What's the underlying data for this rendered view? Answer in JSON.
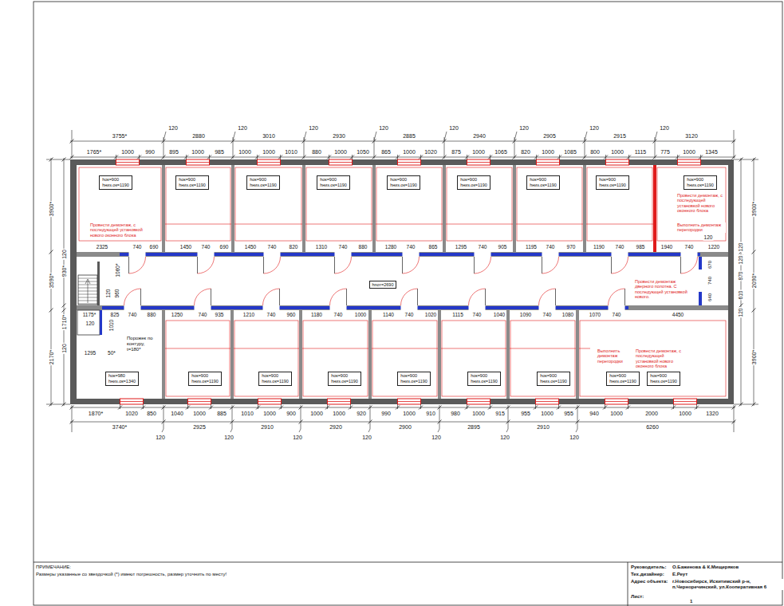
{
  "diagram": {
    "nodes": [
      {
        "text": [
          "hок=900",
          "hниз.ок=1190"
        ]
      },
      {
        "text": [
          "hок=900",
          "hниз.ок=1190"
        ]
      },
      {
        "text": [
          "hок=900",
          "hниз.ок=1190"
        ]
      },
      {
        "text": [
          "hок=900",
          "hниз.ок=1190"
        ]
      },
      {
        "text": [
          "hок=900",
          "hниз.ок=1190"
        ]
      },
      {
        "text": [
          "hок=900",
          "hниз.ок=1190"
        ]
      },
      {
        "text": [
          "hок=900",
          "hниз.ок=1190"
        ]
      },
      {
        "text": [
          "hок=900",
          "hниз.ок=1190"
        ]
      },
      {
        "text": [
          "hок=900",
          "hниз.ок=1190"
        ]
      },
      {
        "text": [
          "hпот=2690"
        ]
      },
      {
        "text": [
          "hок=980",
          "hниз.ок=1340"
        ]
      },
      {
        "text": [
          "hок=900",
          "hниз.ок=1190"
        ]
      },
      {
        "text": [
          "hок=900",
          "hниз.ок=1190"
        ]
      },
      {
        "text": [
          "hок=900",
          "hниз.ок=1190"
        ]
      },
      {
        "text": [
          "hок=900",
          "hниз.ок=1190"
        ]
      },
      {
        "text": [
          "hок=900",
          "hниз.ок=1190"
        ]
      },
      {
        "text": [
          "hок=900",
          "hниз.ок=1190"
        ]
      },
      {
        "text": [
          "hок=900",
          "hниз.ок=1190"
        ]
      },
      {
        "text": [
          "hок=900",
          "hниз.ок=1190"
        ]
      }
    ],
    "labels": [
      "3755*",
      "120",
      "2880",
      "120",
      "3010",
      "120",
      "2930",
      "120",
      "2885",
      "120",
      "2940",
      "120",
      "2905",
      "120",
      "2915",
      "120",
      "3120",
      "1765*",
      "1000",
      "990",
      "895",
      "1000",
      "985",
      "1000",
      "1000",
      "1010",
      "880",
      "1000",
      "1050",
      "865",
      "1000",
      "1020",
      "875",
      "1000",
      "1065",
      "820",
      "1000",
      "1085",
      "800",
      "1000",
      "1115",
      "775",
      "1000",
      "1345",
      "3900*",
      "120",
      "930*",
      "3590*",
      "1710*",
      "120",
      "2170*",
      "1060*",
      "120",
      "960",
      "3900*",
      "120",
      "120",
      "870",
      "2090*",
      "610",
      "120",
      "3900*",
      "670",
      "740",
      "640",
      "2325",
      "740",
      "690",
      "1450",
      "740",
      "690",
      "1450",
      "740",
      "820",
      "1310",
      "740",
      "880",
      "1280",
      "740",
      "865",
      "1295",
      "740",
      "905",
      "1195",
      "740",
      "970",
      "1190",
      "740",
      "985",
      "1940",
      "740",
      "1220",
      "120",
      "1175*",
      "825",
      "740",
      "880",
      "1250",
      "740",
      "935",
      "1210",
      "740",
      "960",
      "1180",
      "740",
      "1000",
      "1140",
      "740",
      "1020",
      "1115",
      "740",
      "1040",
      "1090",
      "740",
      "1080",
      "1070",
      "740",
      "4450",
      "120",
      "1010",
      "1295",
      "50*",
      "Порожек по контуру, t=180*",
      "1870*",
      "1020",
      "850",
      "1040",
      "1000",
      "885",
      "1010",
      "1000",
      "900",
      "1000",
      "1000",
      "920",
      "990",
      "1000",
      "910",
      "980",
      "1000",
      "915",
      "955",
      "1000",
      "955",
      "940",
      "1000",
      "2000",
      "1000",
      "1320",
      "3740*",
      "2925",
      "2910",
      "2920",
      "2900",
      "2895",
      "2910",
      "6260",
      "120",
      "120",
      "120",
      "120",
      "120",
      "120",
      "120",
      "Провести демонтаж, с последующей установкой нового оконного блока",
      "Провести демонтаж, с последующей установкой нового оконного блока",
      "Выполнить демонтаж перегородки",
      "Провести демонтаж дверного полотна. С последующей установкой нового.",
      "Выполнить демонтаж перегородки",
      "Провести демонтаж, с последующей установкой нового оконного блока",
      "ПРИМЕЧАНИЕ:",
      "Размеры указанные со звездочкой (*) имеют погрешность, размер уточнить по месту!",
      "Руководитель:",
      "О.Баженова & К.Мищеряков",
      "Тех.дизайнер:",
      "Е.Реут",
      "Адрес объекта:",
      "г.Новосибирск, Искитимский р-н, п.Черноречинский, ул.Кооперативная 6",
      "Лист:",
      "1"
    ]
  }
}
